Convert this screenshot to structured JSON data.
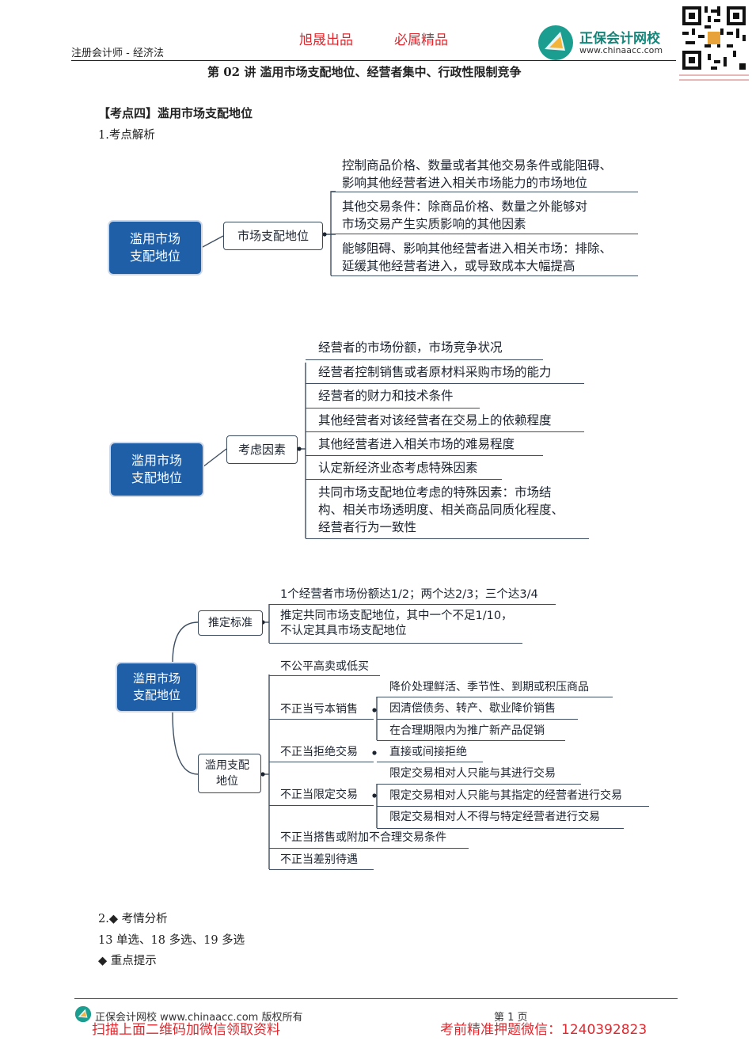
{
  "header": {
    "left_title": "注册会计师 - 经济法",
    "stamp_1": "旭晟出品",
    "stamp_2": "必属精品",
    "logo_name": "正保会计网校",
    "logo_sub": "www.chinaacc.com",
    "qr_icon": "qr-code-icon",
    "lecture_title": "第 02 讲   滥用市场支配地位、经营者集中、行政性限制竞争"
  },
  "section": {
    "heading": "【考点四】滥用市场支配地位",
    "sub1": "1.考点解析"
  },
  "map1": {
    "root": "滥用市场\n支配地位",
    "mid": "市场支配地位",
    "leaves": [
      "控制商品价格、数量或者其他交易条件或能阻碍、\n影响其他经营者进入相关市场能力的市场地位",
      "其他交易条件：除商品价格、数量之外能够对\n市场交易产生实质影响的其他因素",
      "能够阻碍、影响其他经营者进入相关市场：排除、\n延缓其他经营者进入，或导致成本大幅提高"
    ]
  },
  "map2": {
    "root": "滥用市场\n支配地位",
    "mid": "考虑因素",
    "leaves": [
      "经营者的市场份额，市场竞争状况",
      "经营者控制销售或者原材料采购市场的能力",
      "经营者的财力和技术条件",
      "其他经营者对该经营者在交易上的依赖程度",
      "其他经营者进入相关市场的难易程度",
      "认定新经济业态考虑特殊因素",
      "共同市场支配地位考虑的特殊因素：市场结\n构、相关市场透明度、相关商品同质化程度、\n经营者行为一致性"
    ]
  },
  "map3": {
    "root": "滥用市场\n支配地位",
    "branch1": "推定标准",
    "branch1_leaves": [
      "1个经营者市场份额达1/2；两个达2/3；三个达3/4",
      "推定共同市场支配地位，其中一个不足1/10，\n不认定其具市场支配地位"
    ],
    "branch2": "滥用支配\n地位",
    "b2_items": [
      "不公平高卖或低买",
      "不正当亏本销售",
      "不正当拒绝交易",
      "不正当限定交易",
      "不正当搭售或附加不合理交易条件",
      "不正当差别待遇"
    ],
    "loss_sale_leaves": [
      "降价处理鲜活、季节性、到期或积压商品",
      "因清偿债务、转产、歇业降价销售",
      "在合理期限内为推广新产品促销"
    ],
    "refuse_leaves": [
      "直接或间接拒绝"
    ],
    "restrict_leaves": [
      "限定交易相对人只能与其进行交易",
      "限定交易相对人只能与其指定的经营者进行交易",
      "限定交易相对人不得与特定经营者进行交易"
    ]
  },
  "analysis": {
    "title": "2.◆  考情分析",
    "line": "13 单选、18 多选、19 多选",
    "tip": "◆  重点提示"
  },
  "footer": {
    "left": "正保会计网校 www.chinaacc.com 版权所有",
    "page": "第 1 页",
    "ad_left": "扫描上面二维码加微信领取资料",
    "ad_right": "考前精准押题微信：1240392823"
  }
}
